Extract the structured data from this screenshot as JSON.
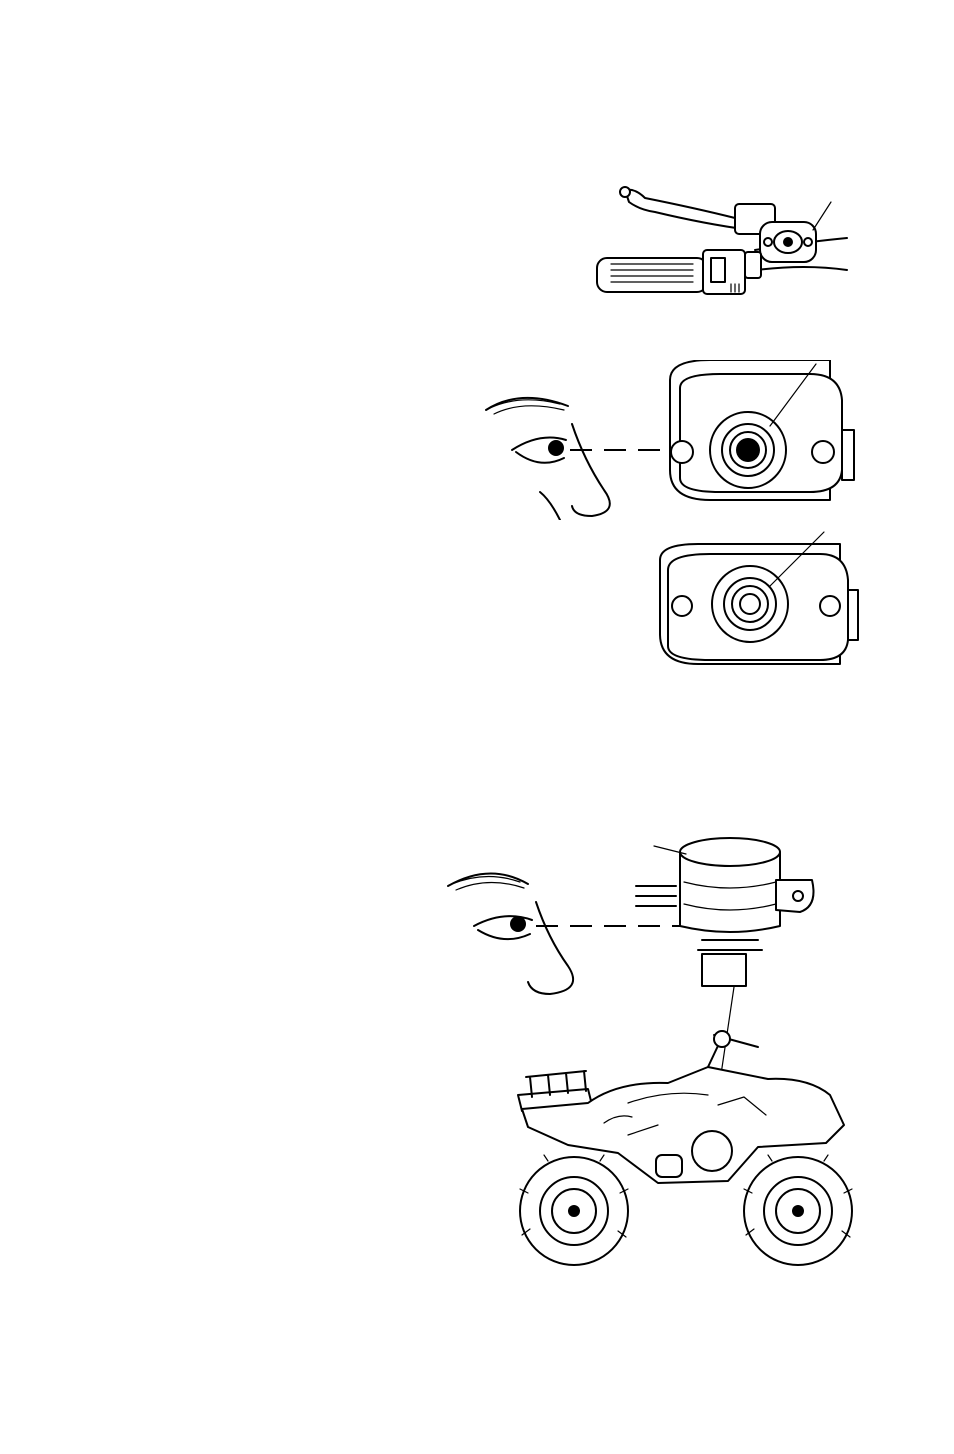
{
  "figures": [
    {
      "id": "handlebar-brake-lever",
      "label_text": ""
    },
    {
      "id": "reservoir-sight-glass-full",
      "label_text": ""
    },
    {
      "id": "reservoir-sight-glass-low",
      "label_text": ""
    },
    {
      "id": "foot-brake-reservoir",
      "label_text": ""
    },
    {
      "id": "atv-side-view",
      "label_text": ""
    }
  ],
  "icons": [
    "eye-icon",
    "brake-lever-icon",
    "reservoir-icon",
    "atv-icon"
  ]
}
